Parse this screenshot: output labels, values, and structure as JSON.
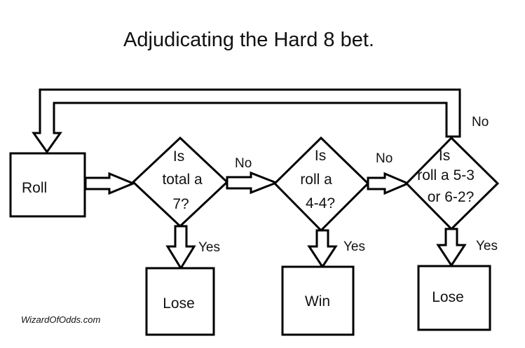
{
  "title": "Adjudicating the Hard 8 bet.",
  "credit": "WizardOfOdds.com",
  "nodes": {
    "roll": "Roll",
    "decision_total": [
      "Is",
      "total a",
      "7?"
    ],
    "decision_44": [
      "Is",
      "roll a",
      "4-4?"
    ],
    "decision_53_62": [
      "Is",
      "roll a 5-3",
      "or 6-2?"
    ],
    "lose_1": "Lose",
    "win": "Win",
    "lose_2": "Lose"
  },
  "labels": {
    "no_1": "No",
    "no_2": "No",
    "no_loop": "No",
    "yes_1": "Yes",
    "yes_2": "Yes",
    "yes_3": "Yes"
  }
}
